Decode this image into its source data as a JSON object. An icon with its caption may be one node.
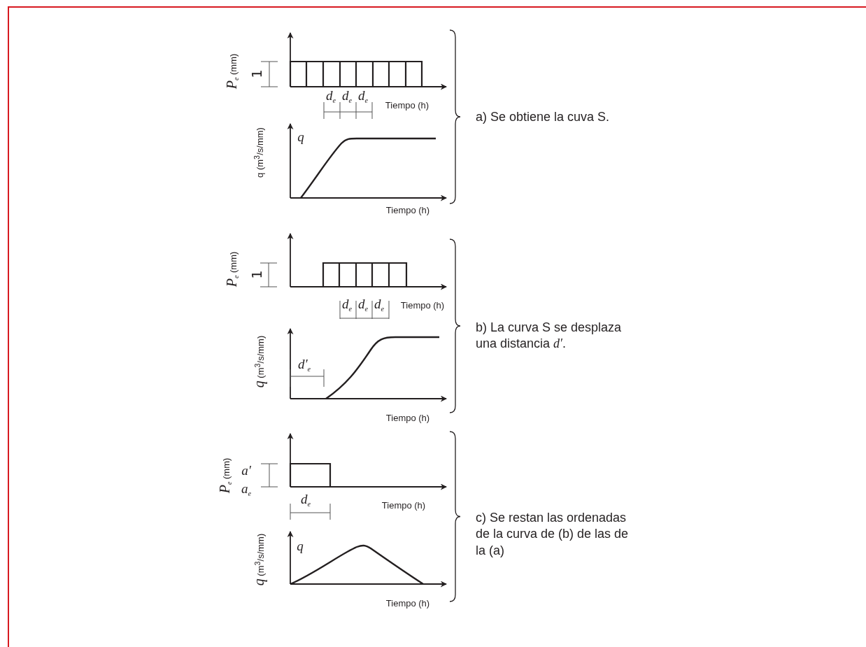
{
  "diagram": {
    "labels": [
      "*P*$_{e}$ (mm)",
      "1",
      "*d*$_{e}$",
      "*d*$_{e}$",
      "*d*$_{e}$",
      "Tiempo (h)",
      "q (m$^{3}$/s/mm)",
      "*q*",
      "Tiempo (h)",
      "a) Se obtiene la cuva S.",
      "*P*$_{e}$ (mm)",
      "1",
      "*d*$_{e}$",
      "*d*$_{e}$",
      "*d*$_{e}$",
      "Tiempo (h)",
      "*q* (m$^{3}$/s/mm)",
      "*d′*$_{e}$",
      "Tiempo (h)",
      "b) La curva S se desplaza una distancia *d′*.",
      "*P*$_{e}$ (mm)",
      "*a′*",
      "*a*$_{e}$",
      "*d*$_{e}$",
      "Tiempo (h)",
      "*q* (m$^{3}$/s/mm)",
      "*q*",
      "Tiempo (h)",
      "c) Se restan las ordenadas de la curva de (b) de las de la (a)"
    ]
  }
}
